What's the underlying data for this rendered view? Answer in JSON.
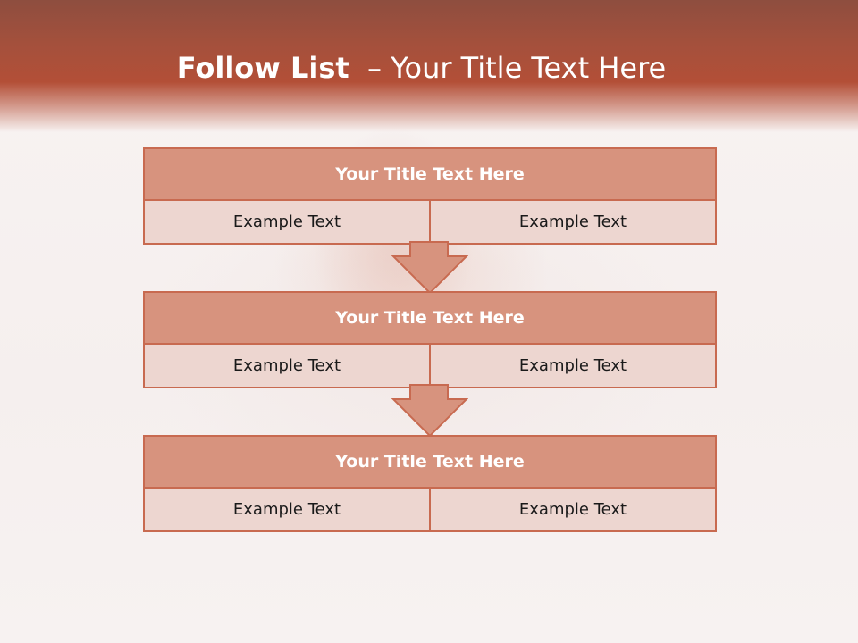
{
  "slide": {
    "title_bold": "Follow List",
    "title_dash": "–",
    "title_rest": "Your Title Text Here"
  },
  "steps": [
    {
      "title": "Your Title Text Here",
      "left": "Example Text",
      "right": "Example Text"
    },
    {
      "title": "Your Title Text Here",
      "left": "Example Text",
      "right": "Example Text"
    },
    {
      "title": "Your Title Text Here",
      "left": "Example Text",
      "right": "Example Text"
    }
  ],
  "colors": {
    "header_band": "#b34f37",
    "block_title_fill": "#d7937e",
    "block_border": "#c86a50",
    "cell_fill": "#edd6d0",
    "arrow_fill": "#d7937e"
  }
}
